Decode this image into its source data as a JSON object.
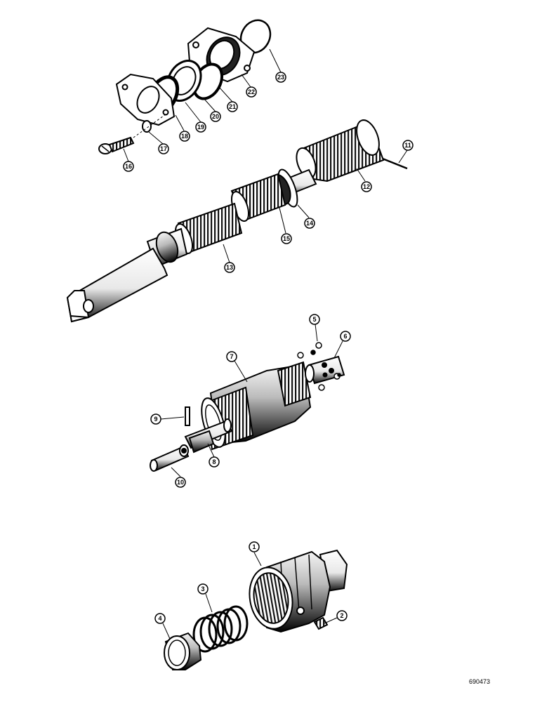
{
  "figure_id": "690473",
  "callouts": [
    {
      "key": "c1",
      "label": "1"
    },
    {
      "key": "c2",
      "label": "2"
    },
    {
      "key": "c3",
      "label": "3"
    },
    {
      "key": "c4",
      "label": "4"
    },
    {
      "key": "c5",
      "label": "5"
    },
    {
      "key": "c6",
      "label": "6"
    },
    {
      "key": "c7",
      "label": "7"
    },
    {
      "key": "c8",
      "label": "8"
    },
    {
      "key": "c9",
      "label": "9"
    },
    {
      "key": "c10",
      "label": "10"
    },
    {
      "key": "c11",
      "label": "11"
    },
    {
      "key": "c12",
      "label": "12"
    },
    {
      "key": "c13",
      "label": "13"
    },
    {
      "key": "c14",
      "label": "14"
    },
    {
      "key": "c15",
      "label": "15"
    },
    {
      "key": "c16",
      "label": "16"
    },
    {
      "key": "c17",
      "label": "17"
    },
    {
      "key": "c18",
      "label": "18"
    },
    {
      "key": "c19",
      "label": "19"
    },
    {
      "key": "c20",
      "label": "20"
    },
    {
      "key": "c21",
      "label": "21"
    },
    {
      "key": "c22",
      "label": "22"
    },
    {
      "key": "c23",
      "label": "23"
    }
  ]
}
